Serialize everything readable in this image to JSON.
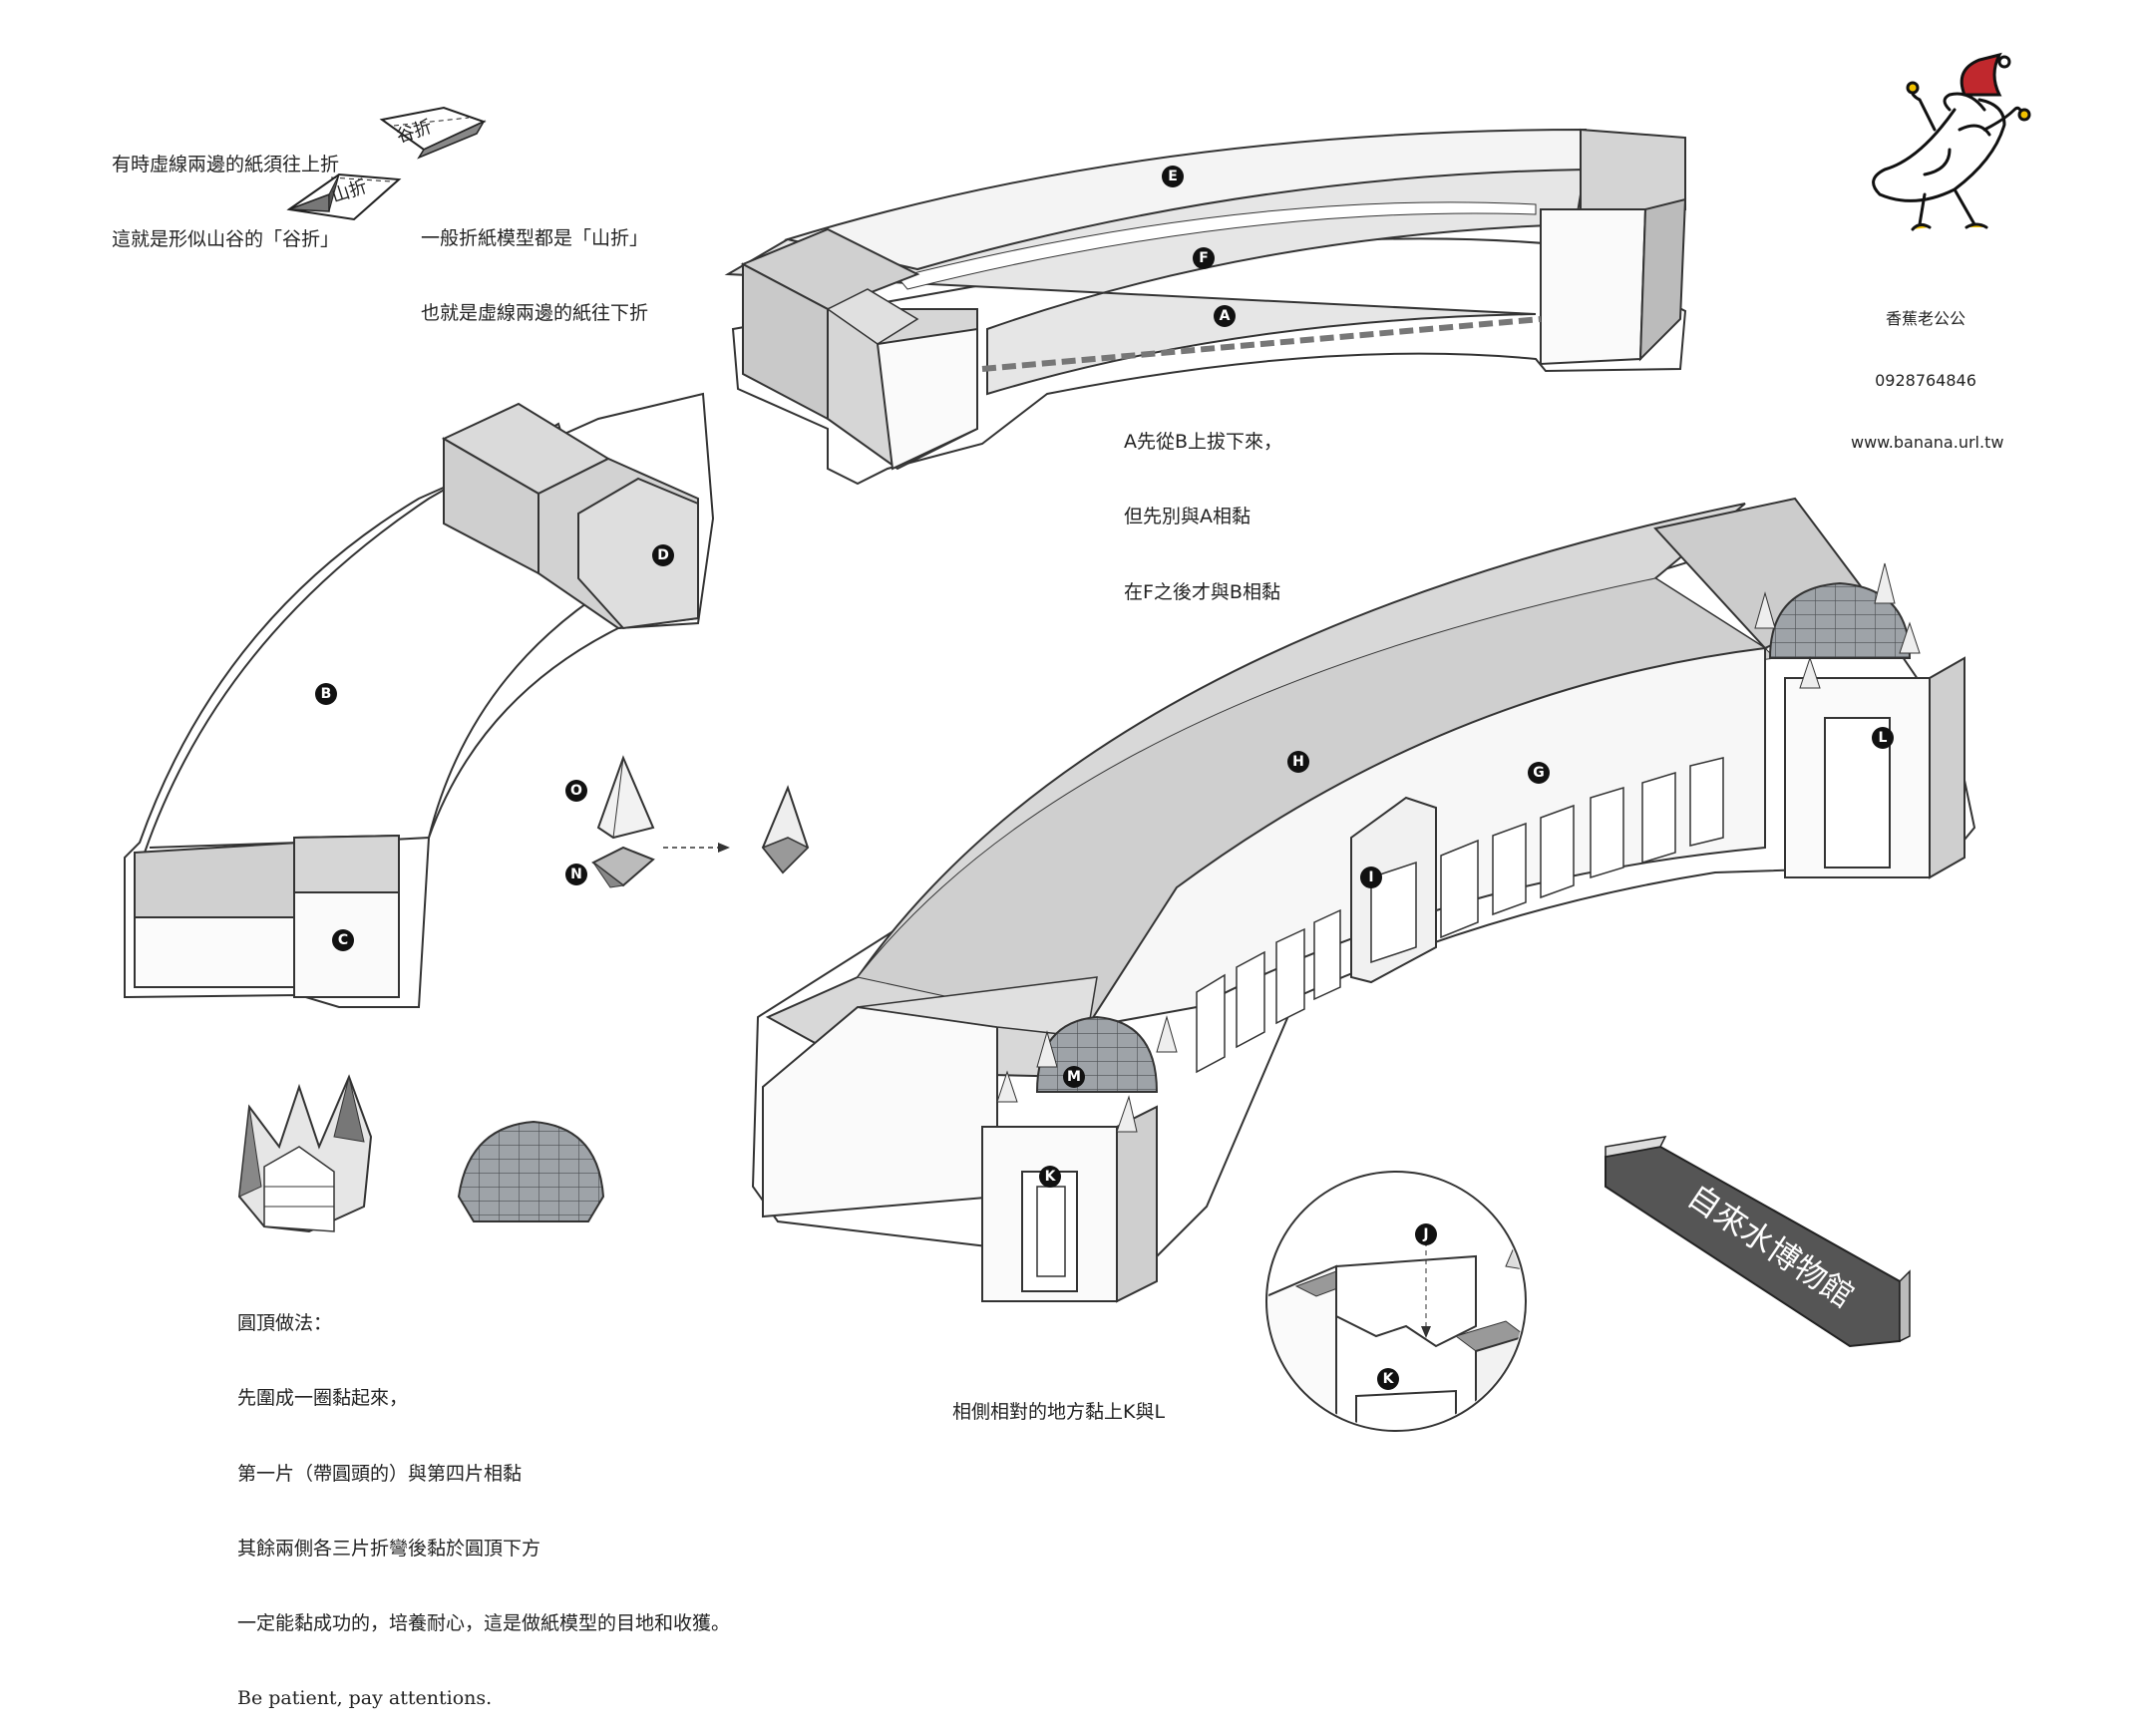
{
  "notes": {
    "valley_fold": [
      "有時虛線兩邊的紙須往上折",
      "這就是形似山谷的「谷折」"
    ],
    "mountain_fold": [
      "一般折紙模型都是「山折」",
      "也就是虛線兩邊的紙往下折"
    ],
    "glue_order": [
      "A先從B上拔下來，",
      "但先別與A相黏",
      "在F之後才與B相黏"
    ],
    "dome_method": [
      "圓頂做法：",
      "先圍成一圈黏起來，",
      "第一片（帶圓頭的）與第四片相黏",
      "其餘兩側各三片折彎後黏於圓頂下方",
      "一定能黏成功的，培養耐心，這是做紙模型的目地和收獲。"
    ],
    "dome_method_en": "Be patient, pay attentions.",
    "kl_note": "相側相對的地方黏上K與L"
  },
  "fold_labels": {
    "valley": "谷折",
    "mountain": "山折"
  },
  "brand": {
    "name": "香蕉老公公",
    "phone": "0928764846",
    "url": "www.banana.url.tw"
  },
  "sign_text": "自來水博物館",
  "markers": {
    "A": "A",
    "B": "B",
    "C": "C",
    "D": "D",
    "E": "E",
    "F": "F",
    "G": "G",
    "H": "H",
    "I": "I",
    "J": "J",
    "K": "K",
    "L": "L",
    "M": "M",
    "N": "N",
    "O": "O"
  }
}
